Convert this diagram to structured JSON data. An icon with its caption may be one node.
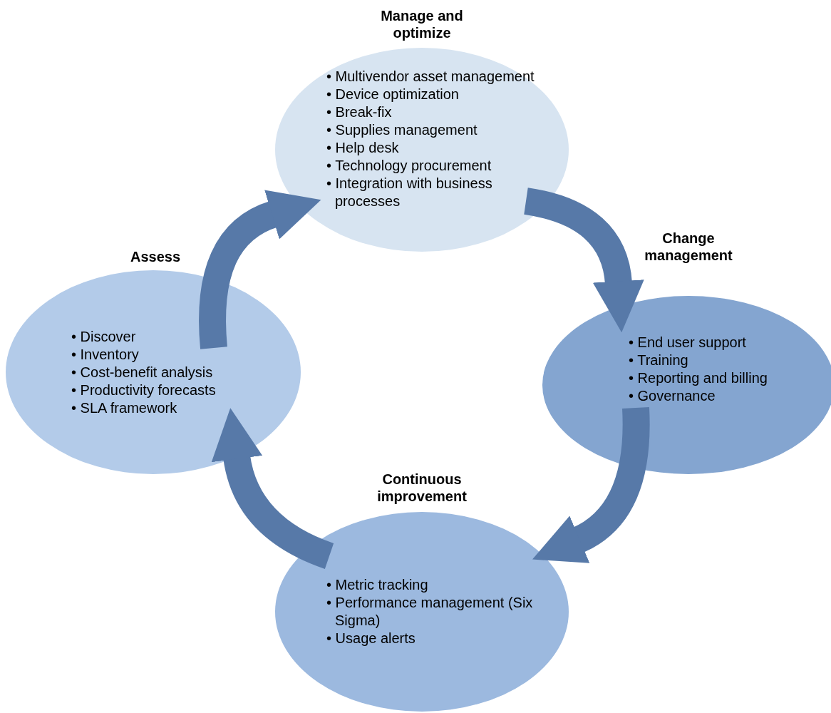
{
  "diagram": {
    "nodes": [
      {
        "text": [
          "Manage and optimize",
          "• Multivendor asset management",
          "• Device optimization",
          "• Break-fix",
          "• Supplies management",
          "• Help desk",
          "• Technology procurement",
          "• Integration with business processes"
        ]
      },
      {
        "text": [
          "Change management",
          "• End user support",
          "• Training",
          "• Reporting and billing",
          "• Governance"
        ]
      },
      {
        "text": [
          "Continuous improvement",
          "• Metric tracking",
          "• Performance management (Six Sigma)",
          "• Usage alerts"
        ]
      },
      {
        "text": [
          "Assess",
          "• Discover",
          "• Inventory",
          "• Cost-benefit analysis",
          "• Productivity forecasts",
          "• SLA framework"
        ]
      }
    ],
    "edges": [
      {
        "from": 0,
        "to": 1,
        "arrow": "to"
      },
      {
        "from": 1,
        "to": 2,
        "arrow": "to"
      },
      {
        "from": 2,
        "to": 3,
        "arrow": "to"
      },
      {
        "from": 3,
        "to": 0,
        "arrow": "to"
      }
    ]
  }
}
